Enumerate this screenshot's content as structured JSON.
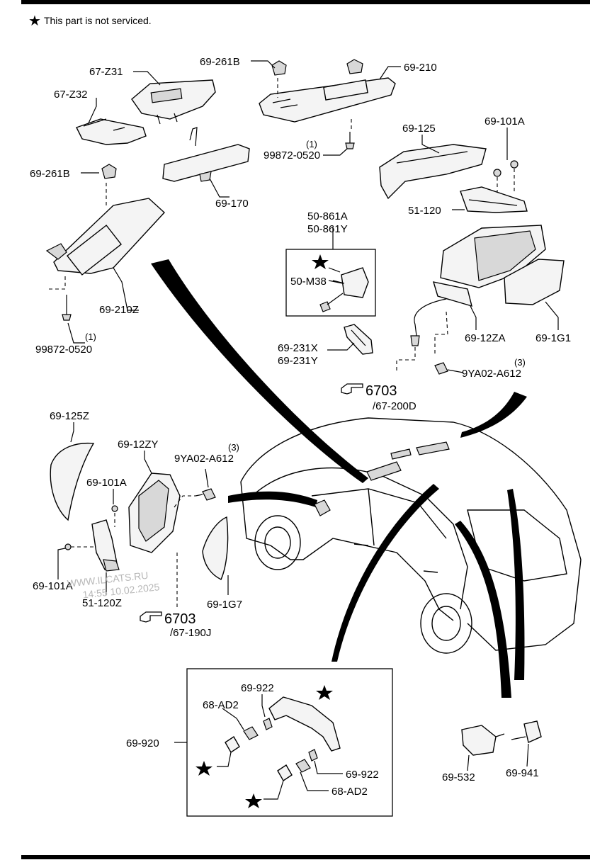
{
  "note": {
    "star_symbol": "★",
    "text": "This part is not serviced."
  },
  "labels": {
    "p_67_Z31": "67-Z31",
    "p_67_Z32": "67-Z32",
    "p_69_261B_top": "69-261B",
    "p_69_210": "69-210",
    "p_69_170": "69-170",
    "p_99872_top_qty": "(1)",
    "p_99872_top": "99872-0520",
    "p_69_125": "69-125",
    "p_69_101A_top": "69-101A",
    "p_51_120": "51-120",
    "p_69_261B_left": "69-261B",
    "p_69_210Z": "69-210Z",
    "p_99872_left_qty": "(1)",
    "p_99872_left": "99872-0520",
    "p_50_861A": "50-861A",
    "p_50_861Y": "50-861Y",
    "p_50_M38": "50-M38",
    "p_69_231X": "69-231X",
    "p_69_231Y": "69-231Y",
    "p_69_12ZA": "69-12ZA",
    "p_69_1G1": "69-1G1",
    "p_9YA02_right_qty": "(3)",
    "p_9YA02_right": "9YA02-A612",
    "ref_6703_right": "6703",
    "ref_67_200D": "/67-200D",
    "p_69_125Z": "69-125Z",
    "p_69_12ZY": "69-12ZY",
    "p_9YA02_left_qty": "(3)",
    "p_9YA02_left": "9YA02-A612",
    "p_69_101A_mid": "69-101A",
    "p_69_101A_low": "69-101A",
    "p_51_120Z": "51-120Z",
    "p_69_1G7": "69-1G7",
    "ref_6703_left": "6703",
    "ref_67_190J": "/67-190J",
    "p_69_922_top": "69-922",
    "p_68_AD2_top": "68-AD2",
    "p_69_920": "69-920",
    "p_69_922_bot": "69-922",
    "p_68_AD2_bot": "68-AD2",
    "p_69_532": "69-532",
    "p_69_941": "69-941"
  },
  "watermark": {
    "line1": "WWW.ILCATS.RU",
    "line2": "14:55 10.02.2025"
  },
  "icons": {
    "not_serviced": "star-icon",
    "reference": "pointing-hand-icon"
  }
}
